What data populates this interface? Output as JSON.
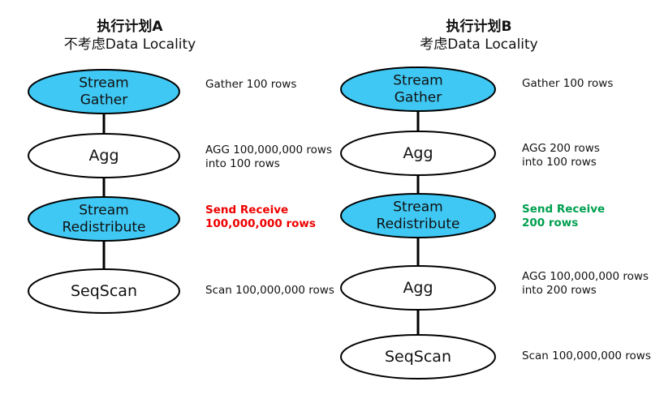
{
  "colors": {
    "blue_node": "#3fc8f4",
    "white_node": "#ffffff",
    "stroke": "#000000",
    "highlight_red": "#ee0000",
    "highlight_green": "#00a050"
  },
  "plan_a": {
    "title": "执行计划A",
    "subtitle": "不考虑Data Locality",
    "nodes": [
      {
        "lines": [
          "Stream",
          "Gather"
        ],
        "style": "blue"
      },
      {
        "lines": [
          "Agg"
        ],
        "style": "white"
      },
      {
        "lines": [
          "Stream",
          "Redistribute"
        ],
        "style": "blue"
      },
      {
        "lines": [
          "SeqScan"
        ],
        "style": "white"
      }
    ],
    "notes": [
      {
        "lines": [
          "Gather 100 rows"
        ]
      },
      {
        "lines": [
          "AGG 100,000,000 rows",
          "into 100 rows"
        ]
      },
      {
        "lines": [
          "Send Receive",
          "100,000,000 rows"
        ],
        "highlight": "red"
      },
      {
        "lines": [
          "Scan 100,000,000 rows"
        ]
      }
    ]
  },
  "plan_b": {
    "title": "执行计划B",
    "subtitle": "考虑Data Locality",
    "nodes": [
      {
        "lines": [
          "Stream",
          "Gather"
        ],
        "style": "blue"
      },
      {
        "lines": [
          "Agg"
        ],
        "style": "white"
      },
      {
        "lines": [
          "Stream",
          "Redistribute"
        ],
        "style": "blue"
      },
      {
        "lines": [
          "Agg"
        ],
        "style": "white"
      },
      {
        "lines": [
          "SeqScan"
        ],
        "style": "white"
      }
    ],
    "notes": [
      {
        "lines": [
          "Gather 100 rows"
        ]
      },
      {
        "lines": [
          "AGG 200 rows",
          "into 100 rows"
        ]
      },
      {
        "lines": [
          "Send Receive",
          "200 rows"
        ],
        "highlight": "green"
      },
      {
        "lines": [
          "AGG 100,000,000 rows",
          "into 200 rows"
        ]
      },
      {
        "lines": [
          "Scan 100,000,000 rows"
        ]
      }
    ]
  }
}
